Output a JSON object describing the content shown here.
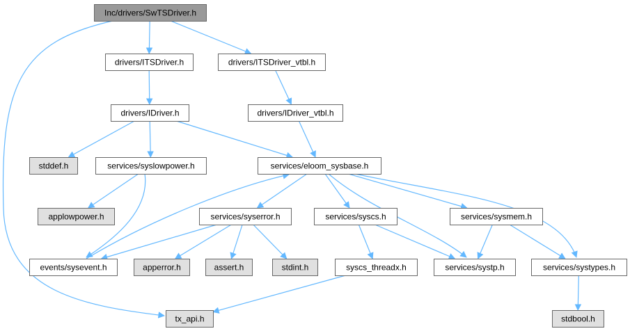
{
  "colors": {
    "root_fill": "#999999",
    "node_fill": "#ffffff",
    "external_fill": "#e0e0e0",
    "border": "#666666",
    "edge": "#63b8ff"
  },
  "nodes": [
    {
      "id": "swts",
      "label": "Inc/drivers/SwTSDriver.h",
      "kind": "root"
    },
    {
      "id": "itsdriver",
      "label": "drivers/ITSDriver.h",
      "kind": "normal"
    },
    {
      "id": "itsdriver_vtbl",
      "label": "drivers/ITSDriver_vtbl.h",
      "kind": "normal"
    },
    {
      "id": "idriver",
      "label": "drivers/IDriver.h",
      "kind": "normal"
    },
    {
      "id": "idriver_vtbl",
      "label": "drivers/IDriver_vtbl.h",
      "kind": "normal"
    },
    {
      "id": "stddef",
      "label": "stddef.h",
      "kind": "external"
    },
    {
      "id": "syslowpower",
      "label": "services/syslowpower.h",
      "kind": "normal"
    },
    {
      "id": "eloom",
      "label": "services/eloom_sysbase.h",
      "kind": "normal"
    },
    {
      "id": "applowpower",
      "label": "applowpower.h",
      "kind": "external"
    },
    {
      "id": "syserror",
      "label": "services/syserror.h",
      "kind": "normal"
    },
    {
      "id": "syscs",
      "label": "services/syscs.h",
      "kind": "normal"
    },
    {
      "id": "sysmem",
      "label": "services/sysmem.h",
      "kind": "normal"
    },
    {
      "id": "sysevent",
      "label": "events/sysevent.h",
      "kind": "normal"
    },
    {
      "id": "apperror",
      "label": "apperror.h",
      "kind": "external"
    },
    {
      "id": "assert",
      "label": "assert.h",
      "kind": "external"
    },
    {
      "id": "stdint",
      "label": "stdint.h",
      "kind": "external"
    },
    {
      "id": "syscs_threadx",
      "label": "syscs_threadx.h",
      "kind": "normal"
    },
    {
      "id": "systp",
      "label": "services/systp.h",
      "kind": "normal"
    },
    {
      "id": "systypes",
      "label": "services/systypes.h",
      "kind": "normal"
    },
    {
      "id": "txapi",
      "label": "tx_api.h",
      "kind": "external"
    },
    {
      "id": "stdbool",
      "label": "stdbool.h",
      "kind": "external"
    }
  ],
  "edges": [
    [
      "swts",
      "itsdriver"
    ],
    [
      "swts",
      "itsdriver_vtbl"
    ],
    [
      "swts",
      "txapi"
    ],
    [
      "itsdriver",
      "idriver"
    ],
    [
      "itsdriver_vtbl",
      "idriver_vtbl"
    ],
    [
      "idriver",
      "stddef"
    ],
    [
      "idriver",
      "syslowpower"
    ],
    [
      "idriver",
      "eloom"
    ],
    [
      "idriver_vtbl",
      "eloom"
    ],
    [
      "syslowpower",
      "applowpower"
    ],
    [
      "syslowpower",
      "sysevent"
    ],
    [
      "eloom",
      "syserror"
    ],
    [
      "eloom",
      "syscs"
    ],
    [
      "eloom",
      "sysmem"
    ],
    [
      "eloom",
      "systp"
    ],
    [
      "eloom",
      "systypes"
    ],
    [
      "sysevent",
      "eloom"
    ],
    [
      "syserror",
      "sysevent"
    ],
    [
      "syserror",
      "apperror"
    ],
    [
      "syserror",
      "assert"
    ],
    [
      "syserror",
      "stdint"
    ],
    [
      "syscs",
      "syscs_threadx"
    ],
    [
      "syscs",
      "systp"
    ],
    [
      "sysmem",
      "systp"
    ],
    [
      "sysmem",
      "systypes"
    ],
    [
      "syscs_threadx",
      "txapi"
    ],
    [
      "systypes",
      "stdbool"
    ]
  ]
}
